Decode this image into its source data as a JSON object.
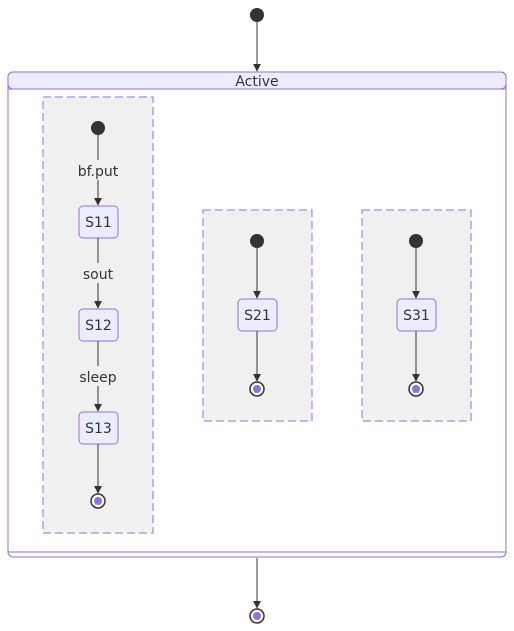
{
  "composite": {
    "title": "Active"
  },
  "regions": [
    {
      "states": [
        "S11",
        "S12",
        "S13"
      ],
      "transitions": [
        "bf.put",
        "sout",
        "sleep",
        ""
      ]
    },
    {
      "states": [
        "S21"
      ],
      "transitions": [
        "",
        ""
      ]
    },
    {
      "states": [
        "S31"
      ],
      "transitions": [
        "",
        ""
      ]
    }
  ],
  "colors": {
    "node_fill": "#ECECFF",
    "node_border": "#9370DB",
    "region_fill": "#F0F0F0",
    "region_border": "#9370DB",
    "start_dot": "#333333",
    "end_inner": "#9370DB",
    "edge": "#333333",
    "text": "#333333"
  }
}
